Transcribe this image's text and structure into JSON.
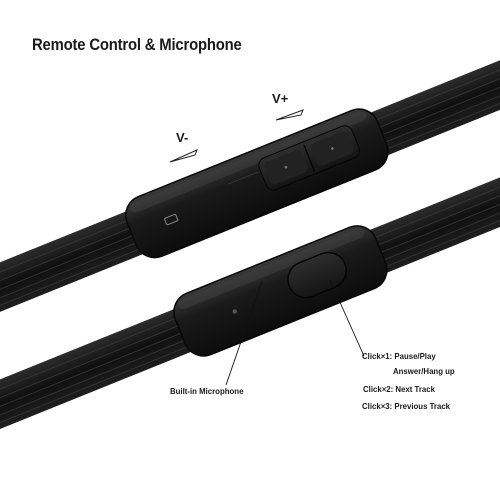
{
  "title": "Remote Control & Microphone",
  "volume": {
    "up_label": "V+",
    "down_label": "V-"
  },
  "microphone_label": "Built-in Microphone",
  "button_functions": [
    "Click×1: Pause/Play",
    "Answer/Hang up",
    "Click×2: Next Track",
    "Click×3: Previous Track"
  ],
  "colors": {
    "background": "#ffffff",
    "cable": "#141414",
    "remote_body": "#1c1c1c",
    "text": "#1a1a1a"
  },
  "icons": [
    "microphone-hole-icon",
    "volume-up-arrow-icon",
    "volume-down-arrow-icon"
  ]
}
